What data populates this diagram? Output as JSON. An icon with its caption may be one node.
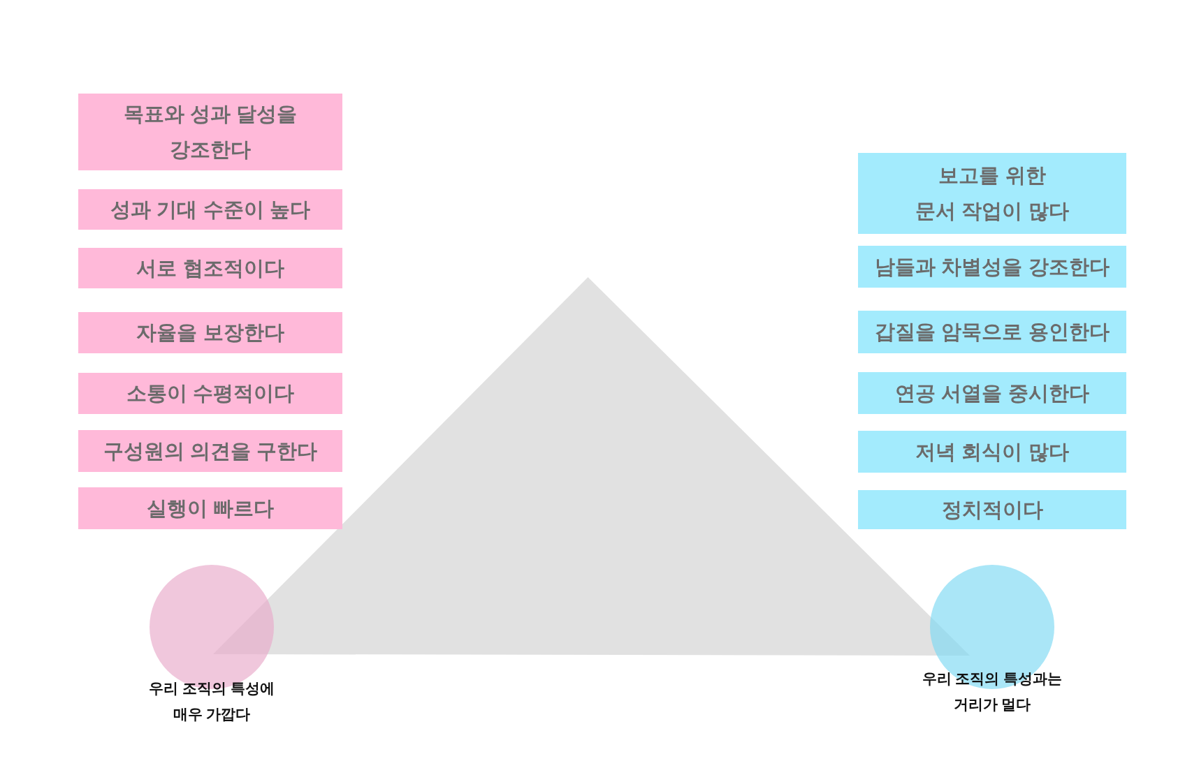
{
  "diagram": {
    "nodes": [
      {
        "text": [
          "목표와 성과 달성을 강조한다"
        ]
      },
      {
        "text": [
          "성과 기대 수준이 높다"
        ]
      },
      {
        "text": [
          "서로 협조적이다"
        ]
      },
      {
        "text": [
          "자율을 보장한다"
        ]
      },
      {
        "text": [
          "소통이 수평적이다"
        ]
      },
      {
        "text": [
          "구성원의 의견을 구한다"
        ]
      },
      {
        "text": [
          "실행이 빠르다"
        ]
      },
      {
        "text": [
          "보고를 위한 문서 작업이 많다"
        ]
      },
      {
        "text": [
          "남들과 차별성을 강조한다"
        ]
      },
      {
        "text": [
          "갑질을 암묵으로 용인한다"
        ]
      },
      {
        "text": [
          "연공 서열을 중시한다"
        ]
      },
      {
        "text": [
          "저녁 회식이 많다"
        ]
      },
      {
        "text": [
          "정치적이다"
        ]
      },
      {
        "text": [],
        "shape": "triangle"
      },
      {
        "text": [],
        "shape": "circle",
        "beside": [
          "우리 조직의 특성에 매우 가깝다"
        ]
      },
      {
        "text": [],
        "shape": "circle",
        "beside": [
          "우리 조직의 특성과는 거리가 멀다"
        ]
      }
    ]
  }
}
